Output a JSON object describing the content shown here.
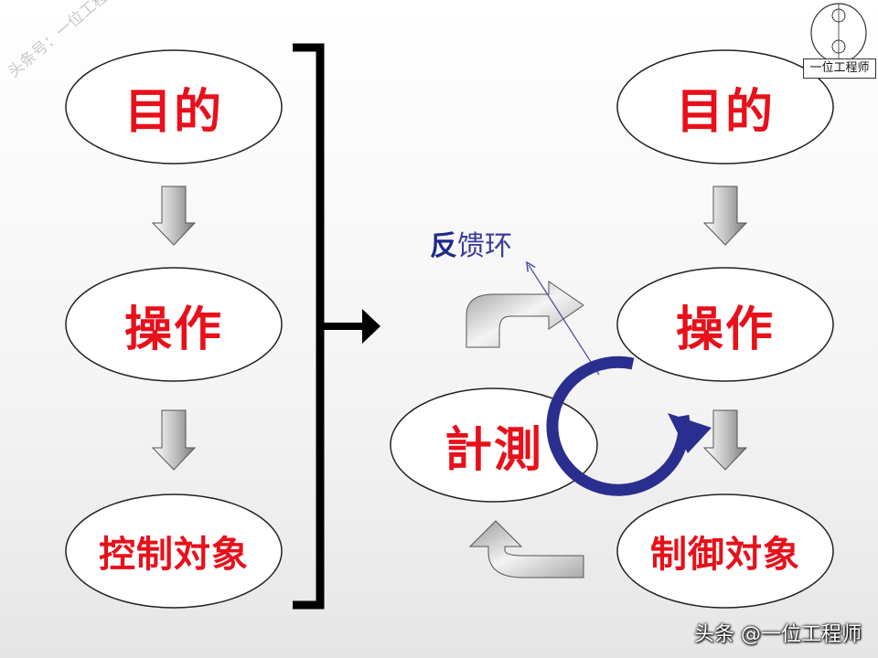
{
  "left_chain": {
    "node1": "目的",
    "node2": "操作",
    "node3": "控制対象"
  },
  "right_chain": {
    "node1": "目的",
    "node2": "操作",
    "node3": "制御対象",
    "measure": "計測"
  },
  "feedback_label": {
    "part1": "反",
    "part2": "馈环"
  },
  "watermark_top_left": "头条号：一位工程师",
  "watermark_bottom_right": "头条 @一位工程师",
  "logo_text": "一位工程师",
  "colors": {
    "node_text": "#e8101a",
    "loop": "#2a2f8f",
    "feedback_line": "#4a4aa0"
  }
}
